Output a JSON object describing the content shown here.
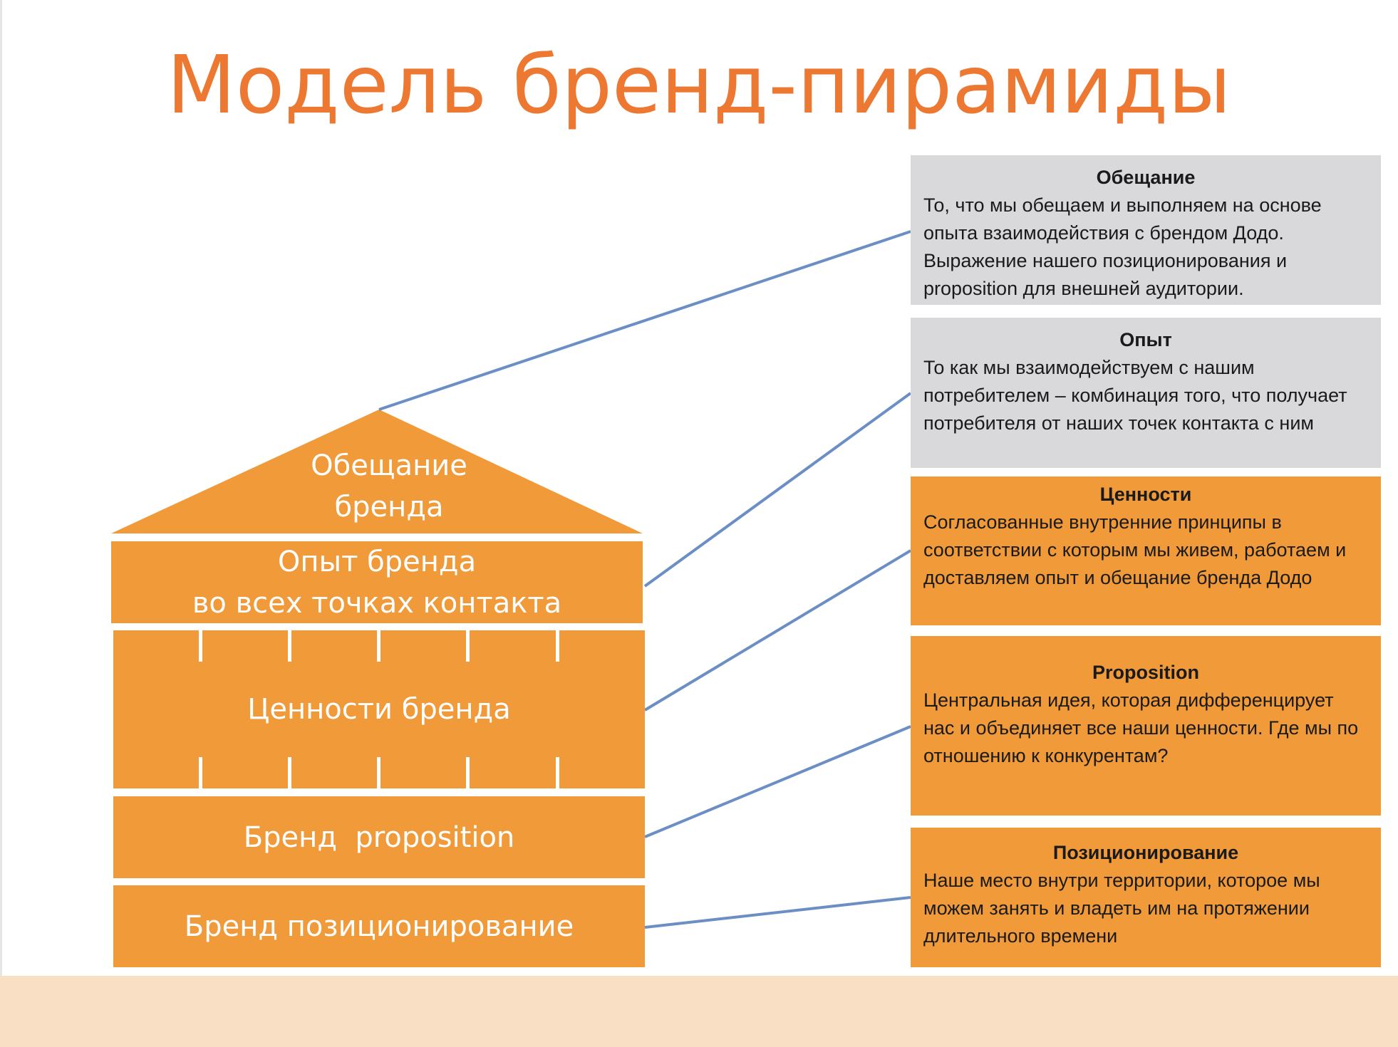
{
  "title": "Модель бренд-пирамиды",
  "pyramid": {
    "roof": {
      "line1": "Обещание",
      "line2": "бренда"
    },
    "experience": {
      "line1": "Опыт бренда",
      "line2": "во всех точках контакта"
    },
    "values": "Ценности бренда",
    "proposition": "Бренд  proposition",
    "positioning": "Бренд позиционирование"
  },
  "cards": {
    "promise": {
      "heading": "Обещание",
      "body": "То, что мы обещаем и выполняем на основе опыта взаимодействия с брендом Додо. Выражение нашего позиционирования и proposition для внешней аудитории."
    },
    "experience": {
      "heading": "Опыт",
      "body": "То как мы взаимодействуем с нашим потребителем – комбинация того, что получает потребителя от наших точек контакта с ним"
    },
    "values": {
      "heading": "Ценности",
      "body": "Согласованные внутренние принципы в соответствии с которым мы живем, работаем и доставляем опыт и обещание бренда Додо"
    },
    "proposition": {
      "heading": "Proposition",
      "body": "Центральная идея, которая дифференцирует нас и объединяет все наши ценности. Где мы по отношению к конкурентам?"
    },
    "positioning": {
      "heading": "Позиционирование",
      "body": "Наше место внутри территории, которое мы можем занять и владеть им на протяжении длительного времени"
    }
  },
  "colors": {
    "title": "#ec7832",
    "pyramid": "#f09a3a",
    "card_grey": "#d9d9dc",
    "card_orange": "#f09a3a",
    "connector": "#6b8fc4",
    "footer_band": "#f9dfc4"
  }
}
